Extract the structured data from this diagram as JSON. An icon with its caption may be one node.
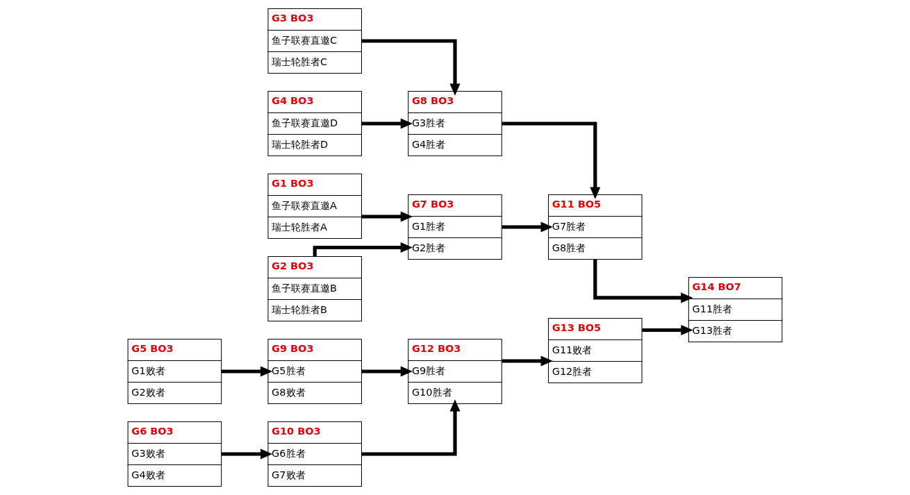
{
  "diagram": {
    "nodes": [
      {
        "text": [
          "G1 BO3",
          "鱼子联赛直邀A",
          "瑞士轮胜者A"
        ]
      },
      {
        "text": [
          "G2 BO3",
          "鱼子联赛直邀B",
          "瑞士轮胜者B"
        ]
      },
      {
        "text": [
          "G3 BO3",
          "鱼子联赛直邀C",
          "瑞士轮胜者C"
        ]
      },
      {
        "text": [
          "G4 BO3",
          "鱼子联赛直邀D",
          "瑞士轮胜者D"
        ]
      },
      {
        "text": [
          "G5 BO3",
          "G1败者",
          "G2败者"
        ]
      },
      {
        "text": [
          "G6 BO3",
          "G3败者",
          "G4败者"
        ]
      },
      {
        "text": [
          "G7 BO3",
          "G1胜者",
          "G2胜者"
        ]
      },
      {
        "text": [
          "G8 BO3",
          "G3胜者",
          "G4胜者"
        ]
      },
      {
        "text": [
          "G9 BO3",
          "G5胜者",
          "G8败者"
        ]
      },
      {
        "text": [
          "G10 BO3",
          "G6胜者",
          "G7败者"
        ]
      },
      {
        "text": [
          "G11 BO5",
          "G7胜者",
          "G8胜者"
        ]
      },
      {
        "text": [
          "G12 BO3",
          "G9胜者",
          "G10胜者"
        ]
      },
      {
        "text": [
          "G13 BO5",
          "G11败者",
          "G12胜者"
        ]
      },
      {
        "text": [
          "G14 BO7",
          "G11胜者",
          "G13胜者"
        ]
      }
    ],
    "edges": [
      {
        "from": 0,
        "to": 6,
        "arrow": "to"
      },
      {
        "from": 1,
        "to": 6,
        "arrow": "to"
      },
      {
        "from": 2,
        "to": 7,
        "arrow": "to"
      },
      {
        "from": 3,
        "to": 7,
        "arrow": "to"
      },
      {
        "from": 6,
        "to": 10,
        "arrow": "to"
      },
      {
        "from": 7,
        "to": 10,
        "arrow": "to"
      },
      {
        "from": 4,
        "to": 8,
        "arrow": "to"
      },
      {
        "from": 5,
        "to": 9,
        "arrow": "to"
      },
      {
        "from": 8,
        "to": 11,
        "arrow": "to"
      },
      {
        "from": 9,
        "to": 11,
        "arrow": "to"
      },
      {
        "from": 11,
        "to": 12,
        "arrow": "to"
      },
      {
        "from": 10,
        "to": 13,
        "arrow": "to"
      },
      {
        "from": 12,
        "to": 13,
        "arrow": "to"
      }
    ]
  }
}
